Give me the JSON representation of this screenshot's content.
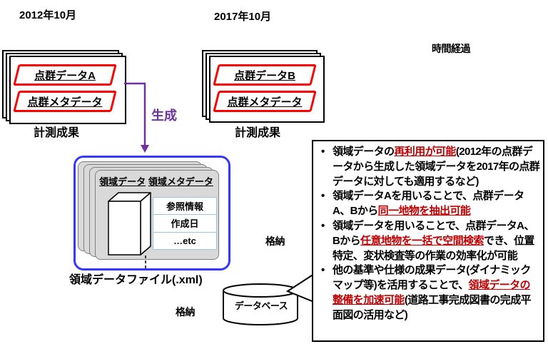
{
  "timeline": {
    "date_2012": "2012年10月",
    "date_2017": "2017年10月",
    "time_passage": "時間経過"
  },
  "stack_2012": {
    "item_1": "点群データA",
    "item_2": "点群メタデータ",
    "caption": "計測成果"
  },
  "stack_2017": {
    "item_1": "点群データB",
    "item_2": "点群メタデータ",
    "caption": "計測成果"
  },
  "generate_arrow": {
    "label": "生成"
  },
  "area_box": {
    "header_left": "領域データ",
    "header_right": "領域メタデータ",
    "info_rows": [
      "参照情報",
      "作成日",
      "…etc"
    ],
    "caption": "領域データファイル(.xml)"
  },
  "store_labels": {
    "upper": "格納",
    "lower": "格納"
  },
  "database": {
    "label": "データベース"
  },
  "callout": {
    "bullets": [
      [
        {
          "t": "領域データの",
          "s": "n"
        },
        {
          "t": "再利用が可能",
          "s": "r"
        },
        {
          "t": "(2012年の点群データから生成した領域データを2017年の点群データに対しても適用するなど)",
          "s": "n"
        }
      ],
      [
        {
          "t": "領域データAを用いることで、点群データA、Bから",
          "s": "n"
        },
        {
          "t": "同一地物を抽出可能",
          "s": "r"
        }
      ],
      [
        {
          "t": "領域データを用いることで、点群データA、Bから",
          "s": "n"
        },
        {
          "t": "任意地物を一括で空間検索",
          "s": "r"
        },
        {
          "t": "でき、位置特定、変状検査等の作業の効率化が可能",
          "s": "n"
        }
      ],
      [
        {
          "t": "他の基準や仕様の成果データ(ダイナミックマップ等)を活用することで、",
          "s": "n"
        },
        {
          "t": "領域データの整備を加速可能",
          "s": "r"
        },
        {
          "t": "(道路工事完成図書の完成平面図の活用など)",
          "s": "n"
        }
      ]
    ]
  },
  "colors": {
    "accent_blue": "#3636FF",
    "red_border": "#FF0000",
    "red_text": "#C00000",
    "purple": "#7030A0",
    "card_gray": "#D9D9D9",
    "card_border": "#7F7F7F",
    "table_border": "#9DC3E6"
  }
}
